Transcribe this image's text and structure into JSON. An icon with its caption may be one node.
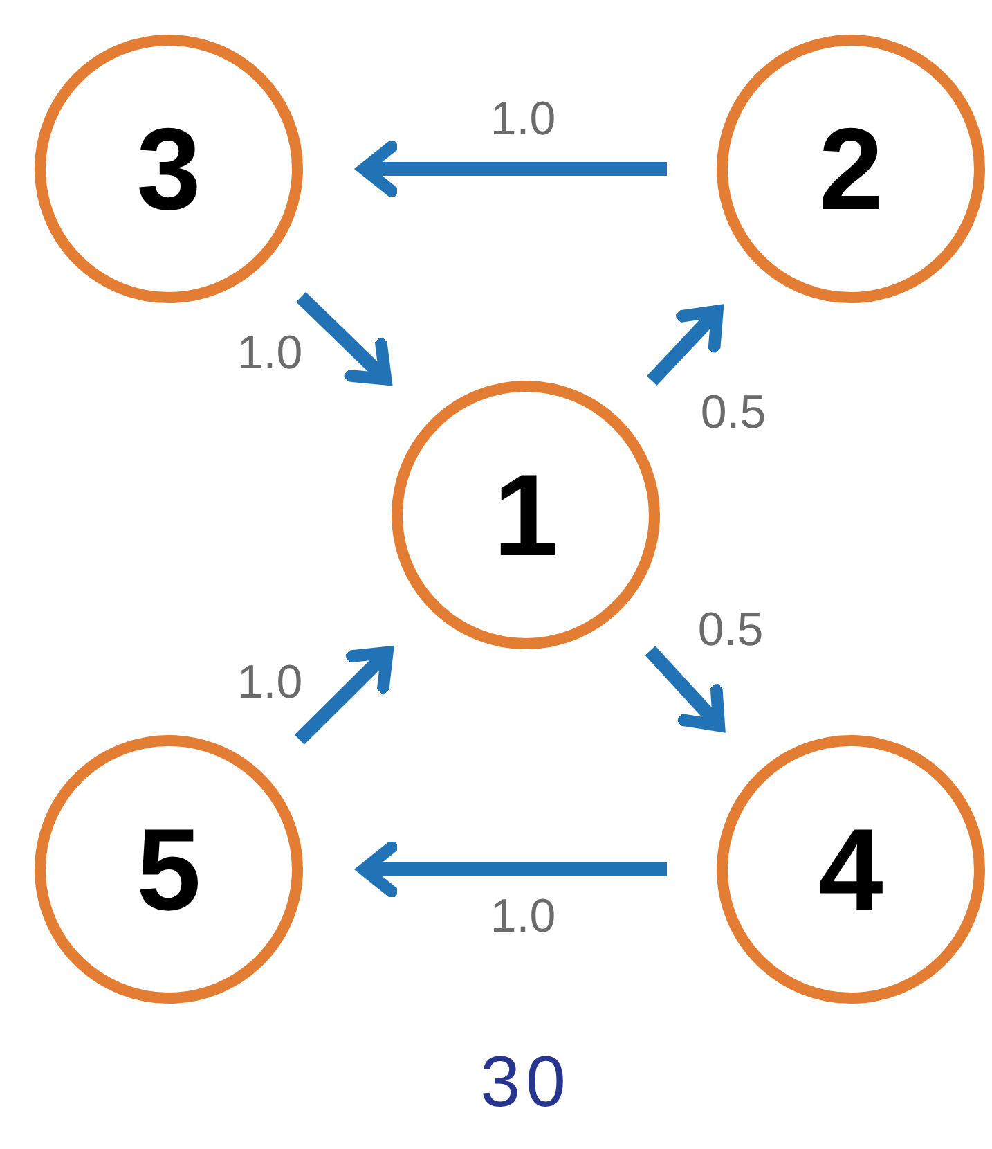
{
  "diagram": {
    "nodes": [
      {
        "text": [
          "1"
        ]
      },
      {
        "text": [
          "2"
        ]
      },
      {
        "text": [
          "3"
        ]
      },
      {
        "text": [
          "4"
        ]
      },
      {
        "text": [
          "5"
        ]
      }
    ],
    "edges": [
      {
        "from": 1,
        "to": 2,
        "arrow": "to",
        "label": "1.0"
      },
      {
        "from": 2,
        "to": 0,
        "arrow": "to",
        "label": "1.0"
      },
      {
        "from": 0,
        "to": 1,
        "arrow": "to",
        "label": "0.5"
      },
      {
        "from": 0,
        "to": 3,
        "arrow": "to",
        "label": "0.5"
      },
      {
        "from": 4,
        "to": 0,
        "arrow": "to",
        "label": "1.0"
      },
      {
        "from": 3,
        "to": 4,
        "arrow": "to",
        "label": "1.0"
      }
    ],
    "labels": [
      "30"
    ]
  }
}
